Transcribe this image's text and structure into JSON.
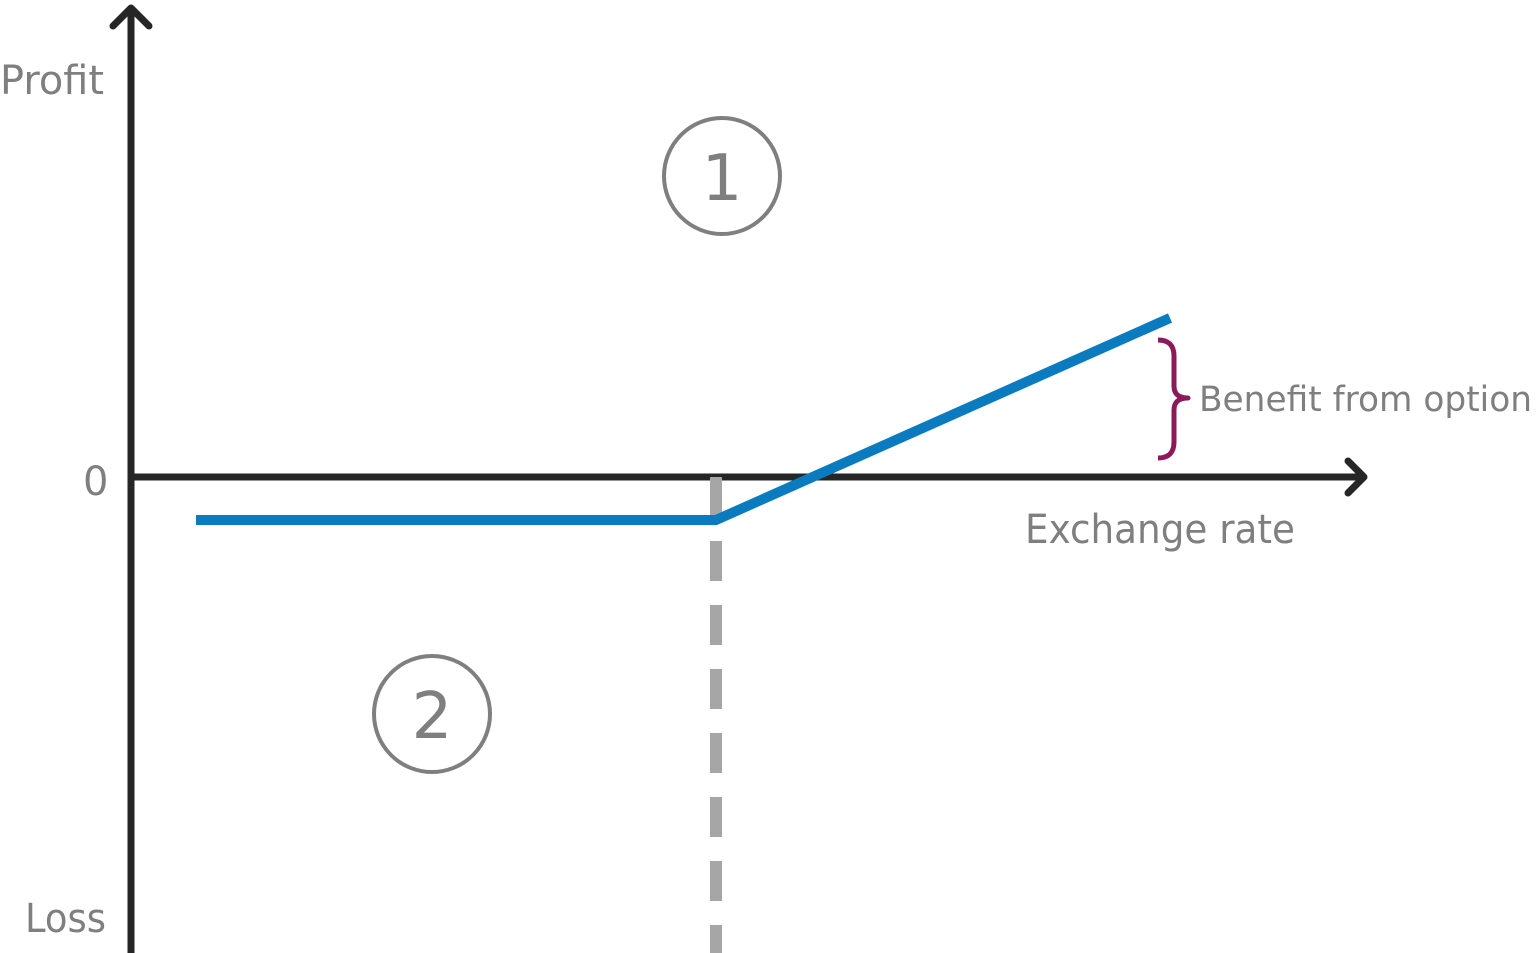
{
  "axes": {
    "y_top_label": "Profit",
    "y_bottom_label": "Loss",
    "origin_label": "0",
    "x_label": "Exchange rate"
  },
  "regions": {
    "upper_marker": "1",
    "lower_marker": "2"
  },
  "annotation": {
    "benefit_label": "Benefit from option"
  },
  "colors": {
    "axis": "#262626",
    "payoff_line": "#0a7bbf",
    "strike_line": "#a6a6a6",
    "brace": "#8b1a5a",
    "text": "#7f7f80",
    "circle": "#7f7f80"
  }
}
